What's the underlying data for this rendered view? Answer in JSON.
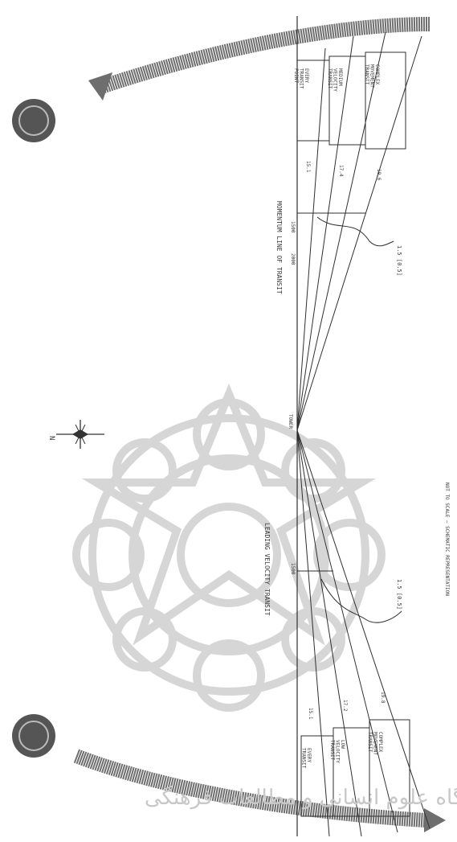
{
  "diagram": {
    "upper_section_title": "MOMENTUM LINE OF TRANSIT",
    "lower_section_title": "LEADING VELOCITY TRANSIT",
    "center_label": "TOWER",
    "compass_label": "N",
    "footnote": "NOT TO SCALE — SCHEMATIC REPRESENTATION",
    "upper_marks": [
      "1500",
      "2000"
    ],
    "lower_marks": [
      "1500"
    ],
    "upper_boxes": [
      {
        "text": "EVERY\nTRANSIT\nPOINT",
        "value": "15.1"
      },
      {
        "text": "MEDIUM\nVELOCITY\nTRANSIT",
        "value": "17.4"
      },
      {
        "text": "COMPLEX\nMOVEMENT\nTRANSIT",
        "value": "19.6"
      }
    ],
    "lower_boxes": [
      {
        "text": "EVERY\nTRANSIT",
        "value": "15.1"
      },
      {
        "text": "LOW\nVELOCITY\nTRANSIT",
        "value": "17.2"
      },
      {
        "text": "COMPLEX\nMOVEMENT\nTRANSIT",
        "value": "19.8"
      }
    ],
    "upper_callout": "1.5 [0.5]",
    "lower_callout": "1.5 [0.5]",
    "watermark_text": "شگاه علوم انسانی و مطالعات فرهنگی"
  },
  "colors": {
    "ink": "#2f2f2f",
    "watermark": "#cfcfcf",
    "arrow": "#6e6e6e"
  }
}
